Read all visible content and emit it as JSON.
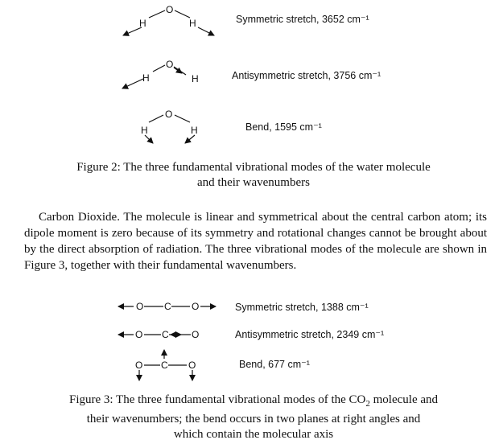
{
  "water": {
    "symmetric_label": "Symmetric stretch, 3652 cm⁻¹",
    "antisymmetric_label": "Antisymmetric stretch, 3756 cm⁻¹",
    "bend_label": "Bend, 1595 cm⁻¹",
    "atom_o": "O",
    "atom_h": "H",
    "caption_line1": "Figure 2: The three fundamental vibrational modes of the water molecule",
    "caption_line2": "and their wavenumbers"
  },
  "paragraph": "Carbon Dioxide. The molecule is linear and symmetrical about the central carbon atom; its dipole moment is zero because of its symmetry and rotational changes cannot be brought about by the direct absorption of radiation. The three vibrational modes of the molecule are shown in Figure 3, together with their fundamental wavenumbers.",
  "co2": {
    "symmetric_label": "Symmetric stretch, 1388 cm⁻¹",
    "antisymmetric_label": "Antisymmetric stretch, 2349 cm⁻¹",
    "bend_label": "Bend, 677 cm⁻¹",
    "atom_o": "O",
    "atom_c": "C",
    "caption_line1_before": "Figure 3: The three fundamental vibrational modes of the CO",
    "caption_subscript": "2",
    "caption_line1_after": " molecule and",
    "caption_line2": "their wavenumbers; the bend occurs in two planes at right angles and",
    "caption_line3": "which contain the molecular axis"
  }
}
